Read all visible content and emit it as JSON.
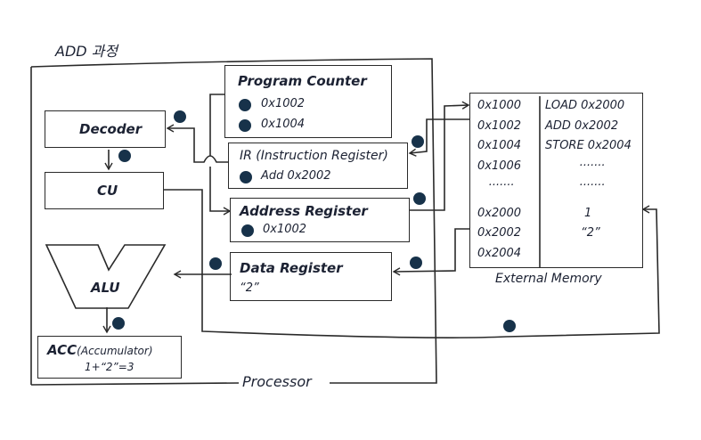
{
  "title": "ADD 과정",
  "processor_label": "Processor",
  "components": {
    "program_counter": {
      "title": "Program Counter",
      "values": [
        "0x1002",
        "0x1004"
      ]
    },
    "instruction_register": {
      "title": "IR (Instruction Register)",
      "value": "Add 0x2002"
    },
    "address_register": {
      "title": "Address Register",
      "value": "0x1002"
    },
    "data_register": {
      "title": "Data Register",
      "value": "“2”"
    },
    "decoder": {
      "title": "Decoder"
    },
    "cu": {
      "title": "CU"
    },
    "alu": {
      "title": "ALU"
    },
    "acc": {
      "title": "ACC",
      "subtitle": "(Accumulator)",
      "value": "1+“2”=3"
    }
  },
  "memory": {
    "label": "External Memory",
    "addresses": [
      "0x1000",
      "0x1002",
      "0x1004",
      "0x1006",
      "·······",
      "",
      "0x2000",
      "0x2002",
      "0x2004"
    ],
    "contents": [
      "LOAD 0x2000",
      "ADD 0x2002",
      "STORE 0x2004",
      "·······",
      "·······",
      "",
      "1",
      "“2”",
      ""
    ]
  },
  "colors": {
    "dot": "#17324a",
    "line": "#2a2a2a",
    "text": "#1c2233"
  }
}
